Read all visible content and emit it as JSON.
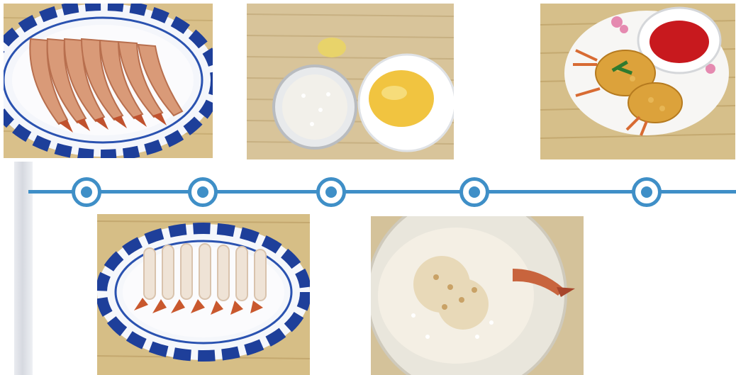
{
  "timeline": {
    "nodes": 5,
    "accent_color": "#3f8fc7"
  },
  "photos": [
    {
      "id": "raw-shrimp-on-plate",
      "icon": "shrimp-plate-photo"
    },
    {
      "id": "breading-ingredients",
      "icon": "breading-bowls-photo"
    },
    {
      "id": "fried-shrimp-with-sauce",
      "icon": "fried-shrimp-photo"
    },
    {
      "id": "butterflied-shrimp-on-plate",
      "icon": "peeled-shrimp-plate-photo"
    },
    {
      "id": "shrimp-in-breadcrumbs",
      "icon": "breadcrumb-bowl-photo"
    }
  ]
}
